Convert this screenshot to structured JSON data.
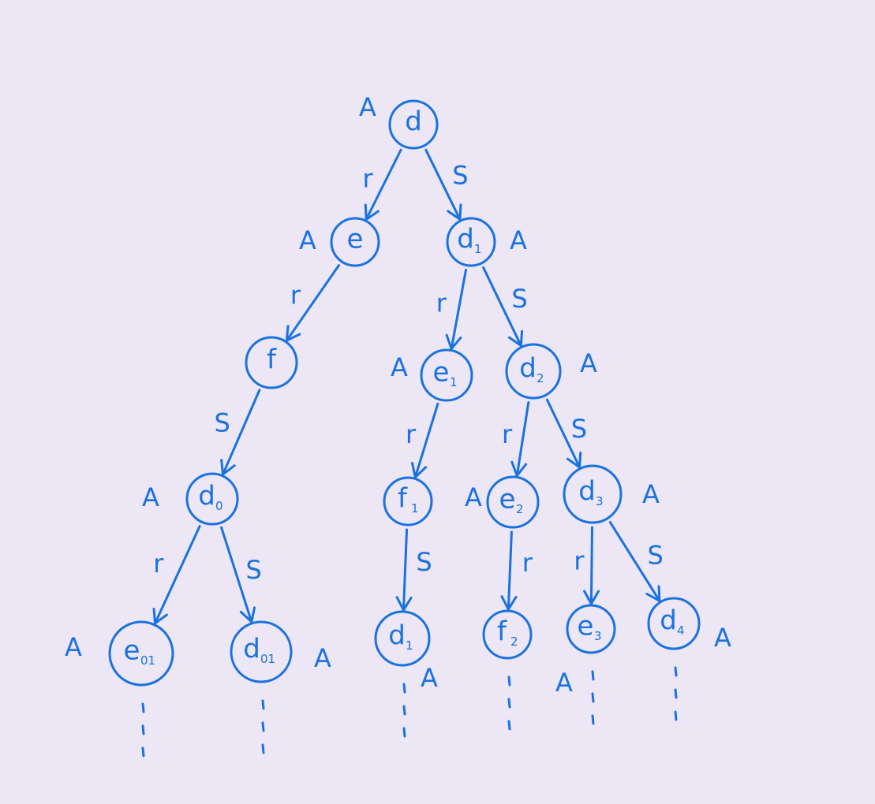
{
  "diagram": {
    "ink_color": "#1a72e0",
    "background": "#ece6f5",
    "nodes": [
      {
        "id": "d",
        "main": "d",
        "sub": "",
        "marker": "A"
      },
      {
        "id": "e",
        "main": "e",
        "sub": "",
        "marker": "A"
      },
      {
        "id": "d1a",
        "main": "d",
        "sub": "1",
        "marker": "A"
      },
      {
        "id": "f",
        "main": "f",
        "sub": "",
        "marker": ""
      },
      {
        "id": "e1",
        "main": "e",
        "sub": "1",
        "marker": "A"
      },
      {
        "id": "d2",
        "main": "d",
        "sub": "2",
        "marker": "A"
      },
      {
        "id": "d0",
        "main": "d",
        "sub": "0",
        "marker": "A"
      },
      {
        "id": "f1",
        "main": "f",
        "sub": "1",
        "marker": ""
      },
      {
        "id": "e2",
        "main": "e",
        "sub": "2",
        "marker": "A"
      },
      {
        "id": "d3",
        "main": "d",
        "sub": "3",
        "marker": "A"
      },
      {
        "id": "e01",
        "main": "e",
        "sub": "01",
        "marker": "A"
      },
      {
        "id": "d01",
        "main": "d",
        "sub": "01",
        "marker": "A"
      },
      {
        "id": "d1b",
        "main": "d",
        "sub": "1",
        "marker": "A"
      },
      {
        "id": "f2",
        "main": "f",
        "sub": "2",
        "marker": ""
      },
      {
        "id": "e3",
        "main": "e",
        "sub": "3",
        "marker": "A"
      },
      {
        "id": "d4",
        "main": "d",
        "sub": "4",
        "marker": "A"
      }
    ],
    "edges": [
      {
        "from": "d",
        "to": "e",
        "label": "r"
      },
      {
        "from": "d",
        "to": "d1a",
        "label": "S"
      },
      {
        "from": "e",
        "to": "f",
        "label": "r"
      },
      {
        "from": "d1a",
        "to": "e1",
        "label": "r"
      },
      {
        "from": "d1a",
        "to": "d2",
        "label": "S"
      },
      {
        "from": "f",
        "to": "d0",
        "label": "S"
      },
      {
        "from": "e1",
        "to": "f1",
        "label": "r"
      },
      {
        "from": "d2",
        "to": "e2",
        "label": "r"
      },
      {
        "from": "d2",
        "to": "d3",
        "label": "S"
      },
      {
        "from": "d0",
        "to": "e01",
        "label": "r"
      },
      {
        "from": "d0",
        "to": "d01",
        "label": "S"
      },
      {
        "from": "f1",
        "to": "d1b",
        "label": "S"
      },
      {
        "from": "e2",
        "to": "f2",
        "label": "r"
      },
      {
        "from": "d3",
        "to": "e3",
        "label": "r"
      },
      {
        "from": "d3",
        "to": "d4",
        "label": "S"
      }
    ]
  }
}
